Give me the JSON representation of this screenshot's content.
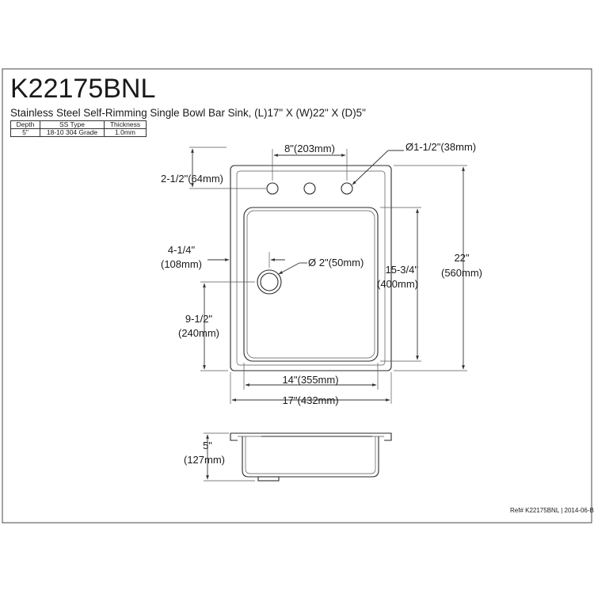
{
  "title": "K22175BNL",
  "subtitle": "Stainless Steel Self-Rimming Single Bowl Bar Sink, (L)17\" X (W)22\" X (D)5\"",
  "spec_table": {
    "headers": [
      "Depth",
      "SS Type",
      "Thickness"
    ],
    "values": [
      "5\"",
      "18-10 304 Grade",
      "1.0mm"
    ]
  },
  "dimensions": {
    "faucet_spacing": "8\"(203mm)",
    "hole_diameter": "Ø1-1/2\"(38mm)",
    "hole_offset": "2-1/2\"(64mm)",
    "drain_offset_line1": "4-1/4\"",
    "drain_offset_line2": "(108mm)",
    "drain_diameter": "Ø 2\"(50mm)",
    "bowl_length_line1": "15-3/4\"",
    "bowl_length_line2": "(400mm)",
    "overall_width_line1": "22\"",
    "overall_width_line2": "(560mm)",
    "drain_from_front_line1": "9-1/2\"",
    "drain_from_front_line2": "(240mm)",
    "bowl_width": "14\"(355mm)",
    "overall_length": "17\"(432mm)",
    "depth_line1": "5\"",
    "depth_line2": "(127mm)"
  },
  "reference": "Ref# K22175BNL | 2014-06-B"
}
